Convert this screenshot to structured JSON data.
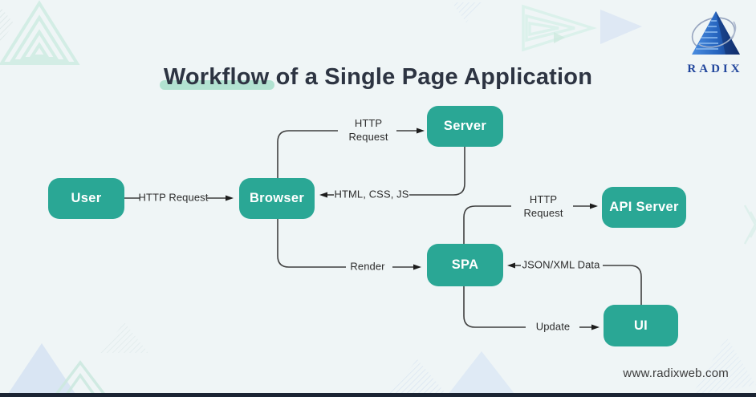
{
  "page": {
    "title_highlighted": "Workflow",
    "title_rest": " of a Single Page Application",
    "website": "www.radixweb.com"
  },
  "logo": {
    "brand": "RADIX"
  },
  "colors": {
    "node_fill": "#2AA795",
    "node_text": "#FFFFFF",
    "background": "#EFF5F6",
    "connector": "#3F3F3F",
    "arrowhead": "#1D1D1D",
    "title_text": "#2D3442",
    "title_highlight": "#ABE0CD",
    "footer_bar": "#1B2433",
    "logo_blue": "#20459C"
  },
  "diagram": {
    "nodes": [
      {
        "id": "user",
        "label": "User"
      },
      {
        "id": "browser",
        "label": "Browser"
      },
      {
        "id": "server",
        "label": "Server"
      },
      {
        "id": "spa",
        "label": "SPA"
      },
      {
        "id": "api_server",
        "label": "API Server"
      },
      {
        "id": "ui",
        "label": "UI"
      }
    ],
    "edges": [
      {
        "from": "user",
        "to": "browser",
        "label": "HTTP Request"
      },
      {
        "from": "browser",
        "to": "server",
        "label": "HTTP\nRequest"
      },
      {
        "from": "server",
        "to": "browser",
        "label": "HTML, CSS, JS"
      },
      {
        "from": "browser",
        "to": "spa",
        "label": "Render"
      },
      {
        "from": "spa",
        "to": "api_server",
        "label": "HTTP\nRequest"
      },
      {
        "from": "ui",
        "to": "spa",
        "label": "JSON/XML Data"
      },
      {
        "from": "spa",
        "to": "ui",
        "label": "Update"
      }
    ]
  }
}
